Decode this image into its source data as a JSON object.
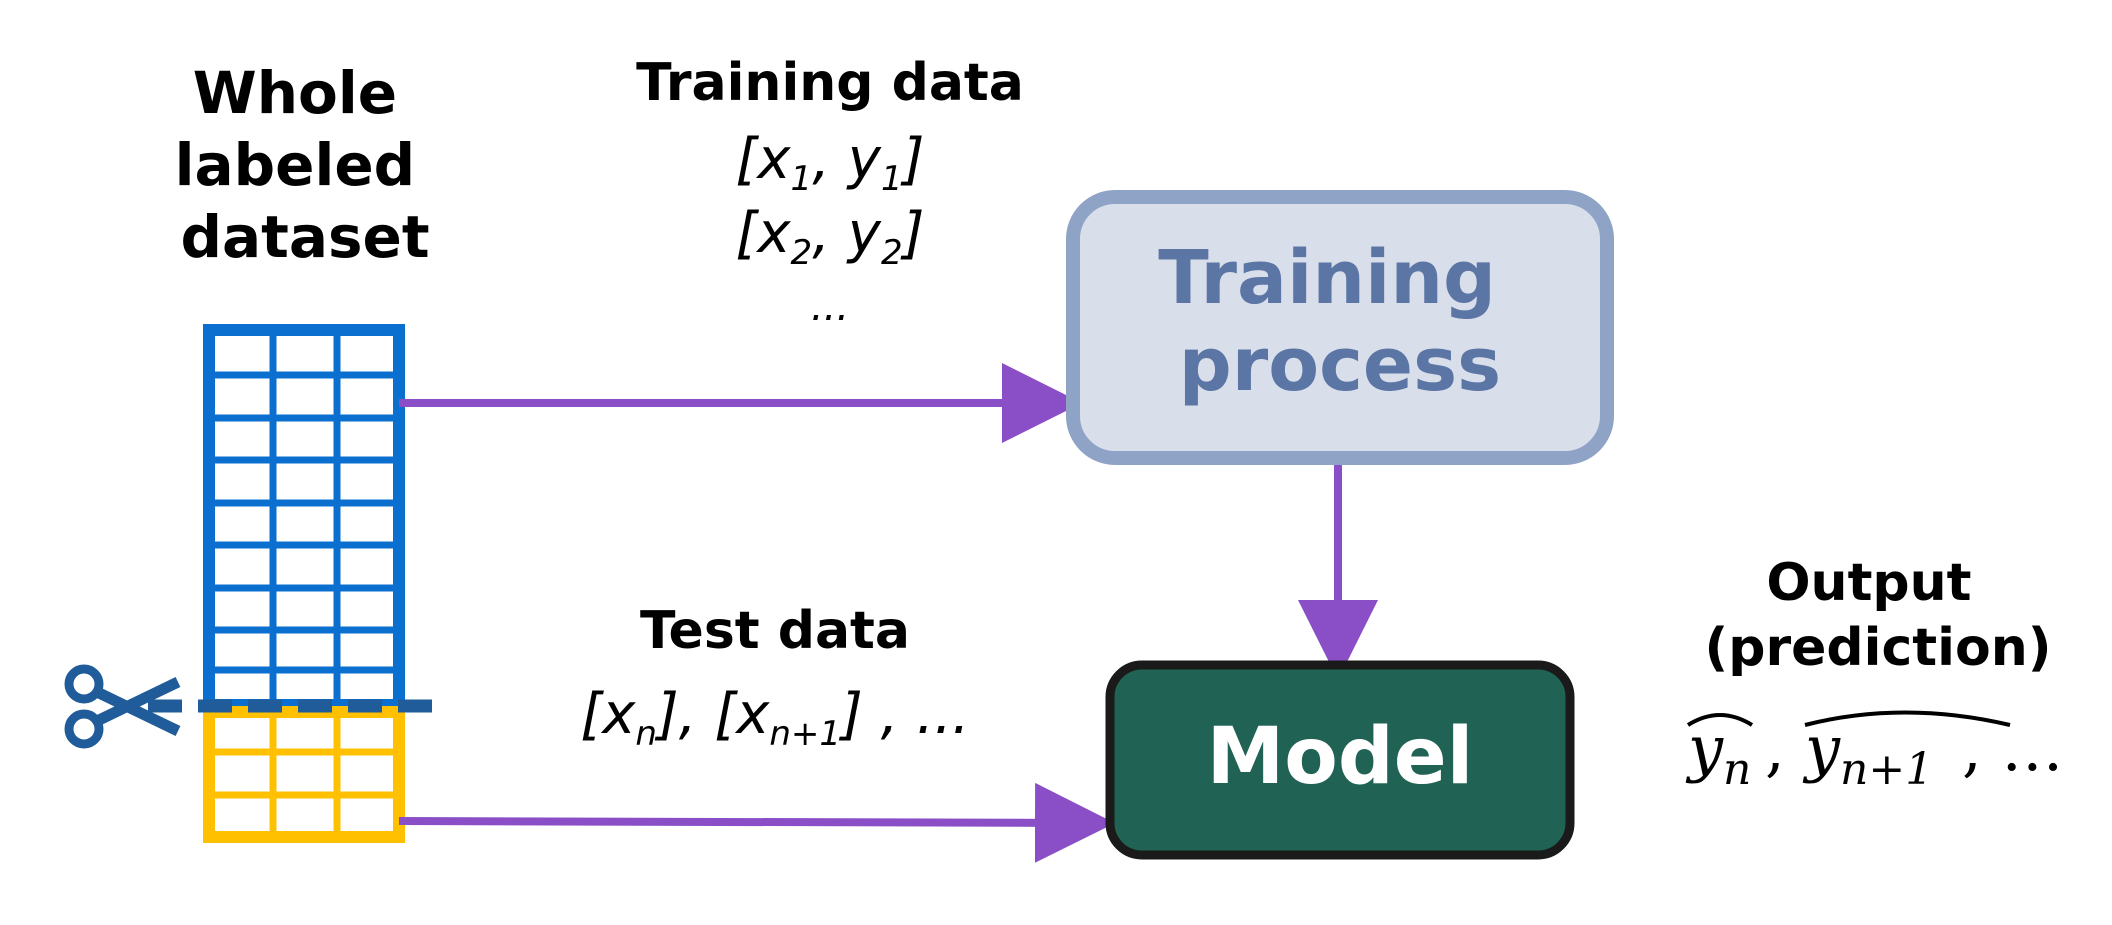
{
  "dataset": {
    "title_lines": [
      "Whole",
      "labeled",
      "dataset"
    ]
  },
  "training_data": {
    "title": "Training data",
    "row1": {
      "open": "[",
      "x": "x",
      "x_sub": "1",
      "sep": ", ",
      "y": "y",
      "y_sub": "1",
      "close": "]"
    },
    "row2": {
      "open": "[",
      "x": "x",
      "x_sub": "2",
      "sep": ", ",
      "y": "y",
      "y_sub": "2",
      "close": "]"
    },
    "ellipsis": "..."
  },
  "test_data": {
    "title": "Test data",
    "items": {
      "open1": "[",
      "x1": "x",
      "x1_sub": "n",
      "close1": "], ",
      "open2": "[",
      "x2": "x",
      "x2_sub": "n+1",
      "close2": "] , ..."
    }
  },
  "training_process": {
    "lines": [
      "Training",
      "process"
    ]
  },
  "model": {
    "label": "Model"
  },
  "output": {
    "title_lines": [
      "Output",
      "(prediction)"
    ],
    "pred1": "y",
    "pred1_sub": "n",
    "sep": ", ",
    "pred2": "y",
    "pred2_sub": "n+1",
    "tail": ", …"
  },
  "icons": {
    "split": "scissors-icon"
  },
  "colors": {
    "train_grid": "#0B6FD0",
    "test_grid": "#FFC000",
    "arrow": "#8A4FC7",
    "process_fill": "#D9DEEB",
    "process_border": "#8EA3C5",
    "process_text": "#5B75A5",
    "model_fill": "#206253",
    "model_border": "#1A1A1A",
    "model_text": "#FFFFFF",
    "cut_line": "#1F5C99"
  }
}
